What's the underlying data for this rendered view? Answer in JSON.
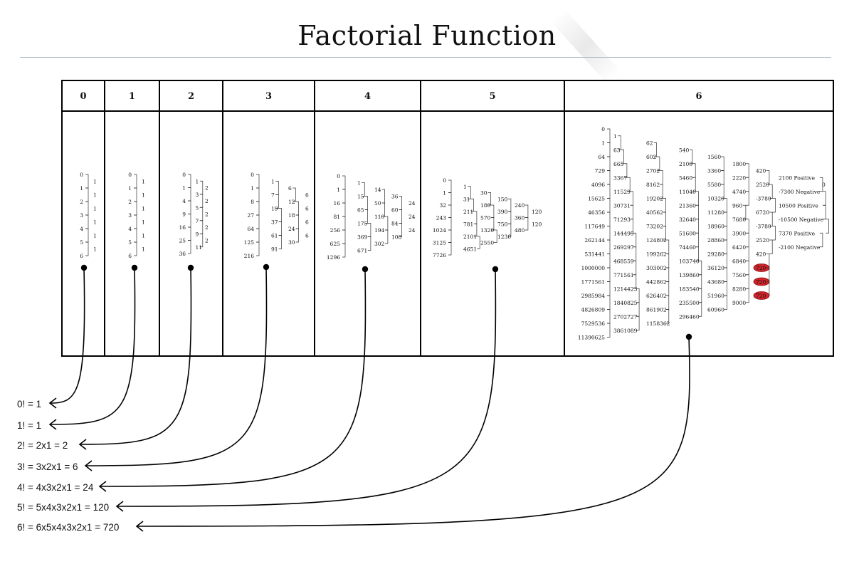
{
  "title": "Factorial Function",
  "columns": [
    {
      "header": "0",
      "rows": [
        [
          "0",
          "1",
          "2",
          "3",
          "4",
          "5",
          "6"
        ],
        [
          "1",
          "1",
          "1",
          "1",
          "1",
          "1"
        ]
      ]
    },
    {
      "header": "1",
      "rows": [
        [
          "0",
          "1",
          "2",
          "3",
          "4",
          "5",
          "6"
        ],
        [
          "1",
          "1",
          "1",
          "1",
          "1",
          "1"
        ]
      ]
    },
    {
      "header": "2",
      "rows": [
        [
          "0",
          "1",
          "4",
          "9",
          "16",
          "25",
          "36"
        ],
        [
          "1",
          "3",
          "5",
          "7",
          "9",
          "11"
        ],
        [
          "2",
          "2",
          "2",
          "2",
          "2"
        ]
      ]
    },
    {
      "header": "3",
      "rows": [
        [
          "0",
          "1",
          "8",
          "27",
          "64",
          "125",
          "216"
        ],
        [
          "1",
          "7",
          "19",
          "37",
          "61",
          "91"
        ],
        [
          "6",
          "12",
          "18",
          "24",
          "30"
        ],
        [
          "6",
          "6",
          "6",
          "6"
        ]
      ]
    },
    {
      "header": "4",
      "rows": [
        [
          "0",
          "1",
          "16",
          "81",
          "256",
          "625",
          "1296"
        ],
        [
          "1",
          "15",
          "65",
          "175",
          "369",
          "671"
        ],
        [
          "14",
          "50",
          "110",
          "194",
          "302"
        ],
        [
          "36",
          "60",
          "84",
          "108"
        ],
        [
          "24",
          "24",
          "24"
        ]
      ]
    },
    {
      "header": "5",
      "rows": [
        [
          "0",
          "1",
          "32",
          "243",
          "1024",
          "3125",
          "7726"
        ],
        [
          "1",
          "31",
          "211",
          "781",
          "2101",
          "4651"
        ],
        [
          "30",
          "180",
          "570",
          "1320",
          "2550"
        ],
        [
          "150",
          "390",
          "750",
          "1230"
        ],
        [
          "240",
          "360",
          "480"
        ],
        [
          "120",
          "120"
        ]
      ]
    },
    {
      "header": "6",
      "rows": [
        [
          "0",
          "1",
          "64",
          "729",
          "4096",
          "15625",
          "46356",
          "117649",
          "262144",
          "531441",
          "1000000",
          "1771561",
          "2985984",
          "4826809",
          "7529536",
          "11390625"
        ],
        [
          "1",
          "63",
          "665",
          "3367",
          "11529",
          "30731",
          "71293",
          "144495",
          "269297",
          "468559",
          "771561",
          "1214423",
          "1840825",
          "2702727",
          "3861089"
        ],
        [
          "62",
          "602",
          "2702",
          "8162",
          "19202",
          "40562",
          "73202",
          "124802",
          "199262",
          "303002",
          "442862",
          "626402",
          "861902",
          "1158362"
        ],
        [
          "540",
          "2100",
          "5460",
          "11040",
          "21360",
          "32640",
          "51600",
          "74460",
          "103740",
          "139860",
          "183540",
          "235500",
          "296460"
        ],
        [
          "1560",
          "3360",
          "5580",
          "10320",
          "11280",
          "18960",
          "28860",
          "29280",
          "36120",
          "43680",
          "51960",
          "60960"
        ],
        [
          "1800",
          "2220",
          "4740",
          "960",
          "7680",
          "3900",
          "6420",
          "6840",
          "7560",
          "8280",
          "9000"
        ],
        [
          "420",
          "2520",
          "-3780",
          "6720",
          "-3780",
          "2520",
          "420",
          "720",
          "720",
          "720"
        ],
        [
          "2100 Positive",
          "-7300 Negative",
          "10500 Positive",
          "-10500 Negative",
          "7370 Positive",
          "-2100 Negative"
        ],
        [
          "0"
        ]
      ]
    }
  ],
  "formulas": [
    "0! = 1",
    "1! = 1",
    "2! = 2x1 = 2",
    "3! = 3x2x1 = 6",
    "4! = 4x3x2x1 = 24",
    "5! = 5x4x3x2x1 = 120",
    "6! = 6x5x4x3x2x1 = 720"
  ],
  "colors": {
    "highlight": "#d0242a",
    "rule": "#aab7c6",
    "line": "#000000"
  }
}
